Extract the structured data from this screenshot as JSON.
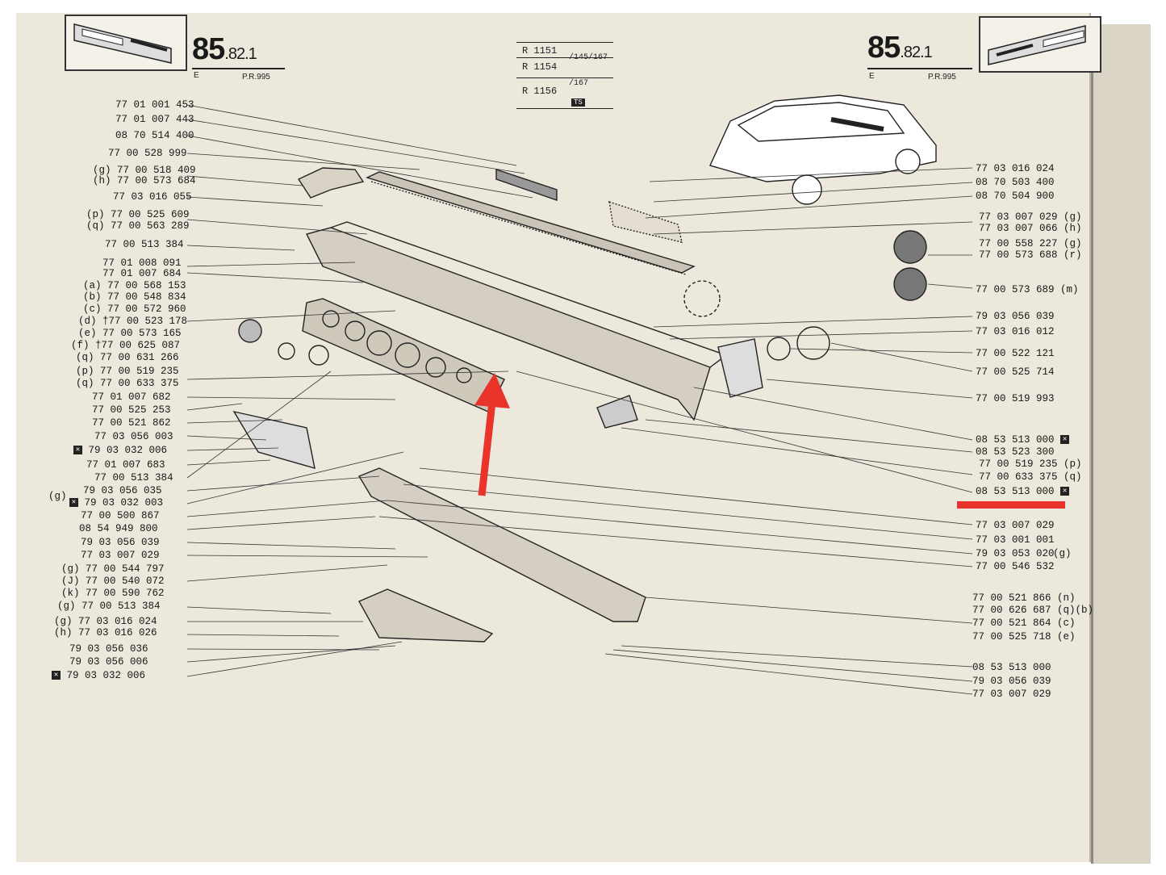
{
  "header": {
    "page_ref": "85",
    "page_ref_sub": ".82.1",
    "letter": "E",
    "pr": "P.R.995",
    "models": [
      {
        "code": "R 1151",
        "variant": ""
      },
      {
        "code": "R 1154",
        "variant": "/145/167"
      },
      {
        "code": "R 1156",
        "variant": "/167"
      }
    ],
    "ts_badge": "TS"
  },
  "left_labels": [
    "77 01 001 453",
    "77 01 007 443",
    "08 70 514 400",
    "77 00 528 999",
    "(g) 77 00 518 409",
    "(h) 77 00 573 684",
    "77 03 016 055",
    "(p) 77 00 525 609",
    "(q) 77 00 563 289",
    "77 00 513 384",
    "77 01 008 091",
    "77 01 007 684",
    "(a) 77 00 568 153",
    "(b) 77 00 548 834",
    "(c) 77 00 572 960",
    "(d) †77 00 523 178",
    "(e) 77 00 573 165",
    "(f) †77 00 625 087",
    "(q) 77 00 631 266",
    "(p) 77 00 519 235",
    "(q) 77 00 633 375",
    "77 01 007 682",
    "77 00 525 253",
    "77 00 521 862",
    "77 03 056 003",
    "79 03 032 006",
    "77 01 007 683",
    "77 00 513 384",
    "79 03 056 035",
    "79 03 032 003",
    "77 00 500 867",
    "08 54 949 800",
    "79 03 056 039",
    "77 03 007 029",
    "(g) 77 00 544 797",
    "(J) 77 00 540 072",
    "(k) 77 00 590 762",
    "(g) 77 00 513 384",
    "(g) 77 03 016 024",
    "(h) 77 03 016 026",
    "79 03 056 036",
    "79 03 056 006",
    "79 03 032 006"
  ],
  "right_labels": [
    "77 03 016 024",
    "08 70 503 400",
    "08 70 504 900",
    "77 03 007 029 (g)",
    "77 03 007 066 (h)",
    "77 00 558 227 (g)",
    "77 00 573 688 (r)",
    "77 00 573 689 (m)",
    "79 03 056 039",
    "77 03 016 012",
    "77 00 522 121",
    "77 00 525 714",
    "77 00 519 993",
    "08 53 513 000",
    "08 53 523 300",
    "77 00 519 235 (p)",
    "77 00 633 375 (q)",
    "08 53 513 000",
    "77 03 007 029",
    "77 03 001 001",
    "79 03 053 020",
    "77 00 546 532",
    "77 00 521 866 (n)",
    "77 00 626 687 (q)(b)",
    "77 00 521 864 (c)",
    "77 00 525 718 (e)",
    "08 53 513 000",
    "79 03 056 039",
    "77 03 007 029"
  ],
  "side_group_labels": {
    "left_g": "(g)",
    "right_g": "(g)"
  },
  "annotation_colors": {
    "arrow": "#e8342a",
    "underline": "#e8342a"
  }
}
